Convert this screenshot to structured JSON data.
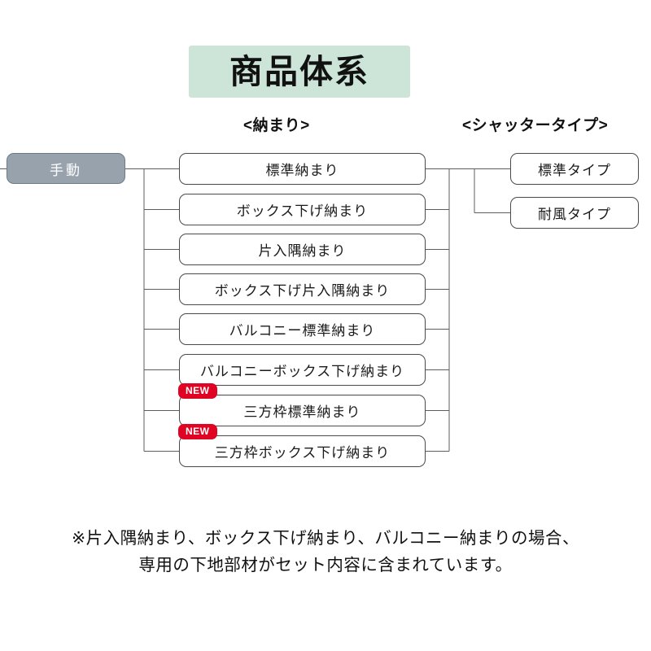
{
  "page": {
    "title": "商品体系",
    "background_color": "#ffffff",
    "title_band_color": "#cde5d8"
  },
  "headers": {
    "osamari": "<納まり>",
    "shutter": "<シャッタータイプ>"
  },
  "root": {
    "label": "手動",
    "color": "#98a2ac",
    "text_color": "#ffffff"
  },
  "badge": {
    "new_label": "NEW",
    "color": "#e00424"
  },
  "osamari_items": [
    {
      "label": "標準納まり",
      "new": false
    },
    {
      "label": "ボックス下げ納まり",
      "new": false
    },
    {
      "label": "片入隅納まり",
      "new": false
    },
    {
      "label": "ボックス下げ片入隅納まり",
      "new": false
    },
    {
      "label": "バルコニー標準納まり",
      "new": false
    },
    {
      "label": "バルコニーボックス下げ納まり",
      "new": false
    },
    {
      "label": "三方枠標準納まり",
      "new": true
    },
    {
      "label": "三方枠ボックス下げ納まり",
      "new": true
    }
  ],
  "shutter_items": [
    {
      "label": "標準タイプ"
    },
    {
      "label": "耐風タイプ"
    }
  ],
  "footnote": {
    "line1": "※片入隅納まり、ボックス下げ納まり、バルコニー納まりの場合、",
    "line2": "専用の下地部材がセット内容に含まれています。"
  }
}
